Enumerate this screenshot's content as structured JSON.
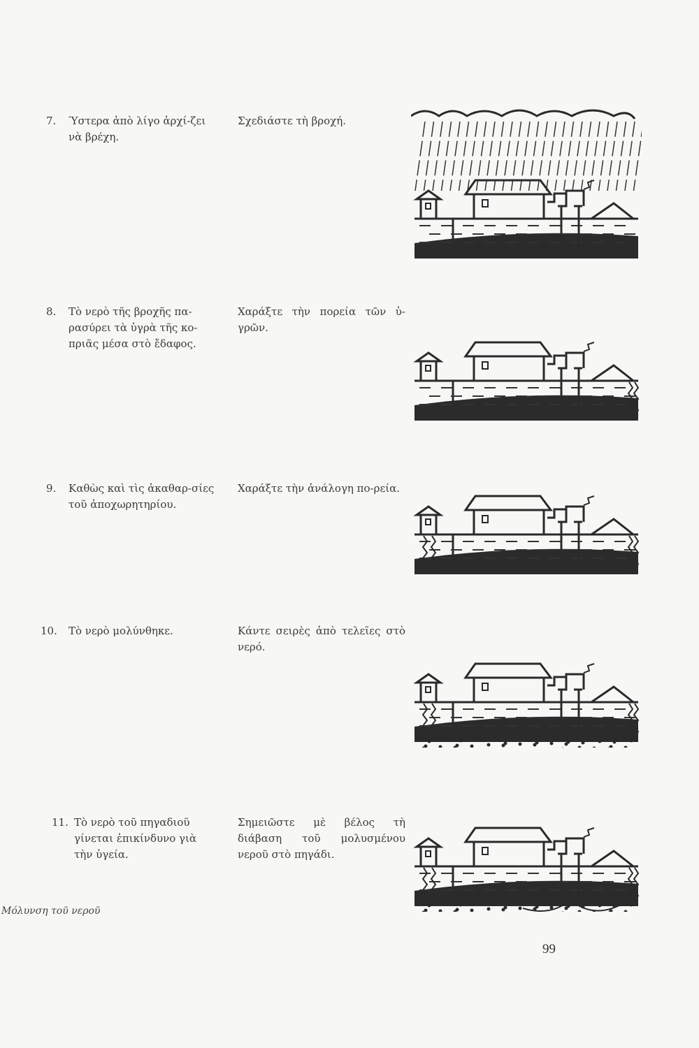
{
  "items": [
    {
      "number": "7.",
      "statement": "Ύστερα ἀπὸ λίγο ἀρχί-ζει νὰ βρέχη.",
      "task": "Σχεδιάστε τὴ βροχή.",
      "scene": {
        "rain": true,
        "leak": false,
        "dots": false,
        "arrow": false
      }
    },
    {
      "number": "8.",
      "statement": "Τὸ νερὸ τῆς βροχῆς πα-ρασύρει τὰ ὑγρὰ τῆς κο-πριᾶς μέσα στὸ ἔδαφος.",
      "task": "Χαράξτε τὴν πορεία τῶν ὑ-γρῶν.",
      "scene": {
        "rain": false,
        "leak": "right",
        "dots": false,
        "arrow": false
      }
    },
    {
      "number": "9.",
      "statement": "Καθὼς καὶ τὶς ἀκαθαρ-σίες τοῦ ἀποχωρητηρίου.",
      "task": "Χαράξτε τὴν ἀνάλογη πο-ρεία.",
      "scene": {
        "rain": false,
        "leak": "both",
        "dots": false,
        "arrow": false
      }
    },
    {
      "number": "10.",
      "statement": "Τὸ νερὸ μολύνθηκε.",
      "task": "Κάντε σειρὲς ἀπὸ τελεῖες στὸ νερό.",
      "scene": {
        "rain": false,
        "leak": "both",
        "dots": true,
        "arrow": false
      }
    },
    {
      "number": "11.",
      "statement": "Τὸ νερὸ τοῦ πηγαδιοῦ γίνεται ἐπικίνδυνο γιὰ τὴν ὑγεία.",
      "task": "Σημειῶστε μὲ βέλος τὴ διάβαση τοῦ μολυσμένου νεροῦ στὸ πηγάδι.",
      "scene": {
        "rain": false,
        "leak": "both",
        "dots": true,
        "arrow": true
      }
    }
  ],
  "caption": "Μόλυνση τοῦ νεροῦ",
  "page_number": "99"
}
